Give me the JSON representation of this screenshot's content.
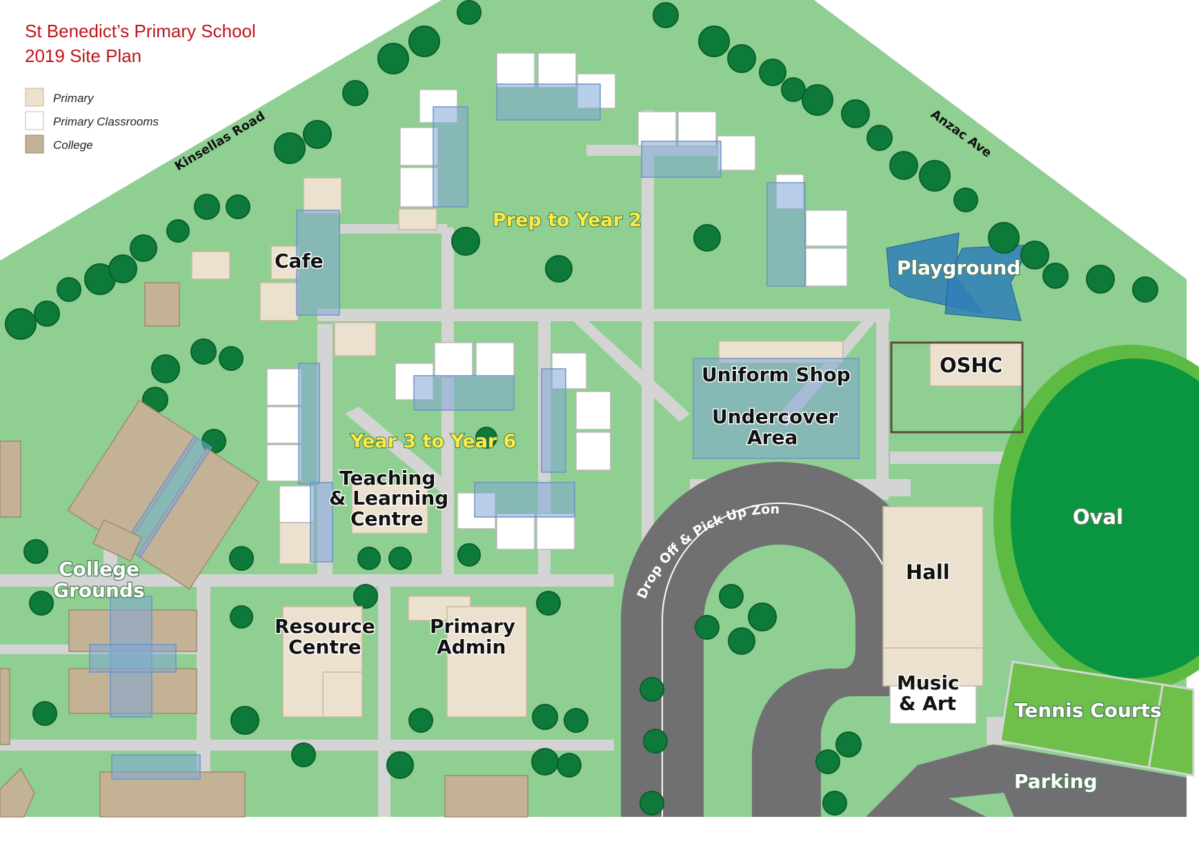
{
  "header": {
    "title_line1": "St Benedict’s Primary School",
    "title_line2": "2019 Site Plan"
  },
  "legend": {
    "items": [
      {
        "label": "Primary",
        "color": "#ece0cf"
      },
      {
        "label": "Primary Classrooms",
        "color": "#ffffff"
      },
      {
        "label": "College",
        "color": "#c4b296"
      }
    ]
  },
  "roads": {
    "kinsellas": "Kinsellas Road",
    "anzac": "Anzac Ave",
    "dropoff": "Drop Off & Pick Up Zone"
  },
  "areas": {
    "prep": "Prep to Year 2",
    "year3": "Year 3 to Year 6",
    "playground": "Playground",
    "oval": "Oval",
    "tennis": "Tennis Courts",
    "parking": "Parking",
    "college_grounds_1": "College",
    "college_grounds_2": "Grounds"
  },
  "buildings": {
    "cafe": "Cafe",
    "uniform_shop": "Uniform Shop",
    "undercover_1": "Undercover",
    "undercover_2": "Area",
    "oshc": "OSHC",
    "tlc_1": "Teaching",
    "tlc_2": "& Learning",
    "tlc_3": "Centre",
    "resource_1": "Resource",
    "resource_2": "Centre",
    "admin_1": "Primary",
    "admin_2": "Admin",
    "hall": "Hall",
    "music_1": "Music",
    "music_2": "& Art"
  },
  "colors": {
    "grass": "#8fcf91",
    "path": "#d4d4d4",
    "road": "#707073",
    "tree": "#0d7a3a",
    "oval": "#0a9640",
    "tennis": "#6fc04b",
    "title": "#c0141c",
    "playground": "#2f7fb8"
  }
}
